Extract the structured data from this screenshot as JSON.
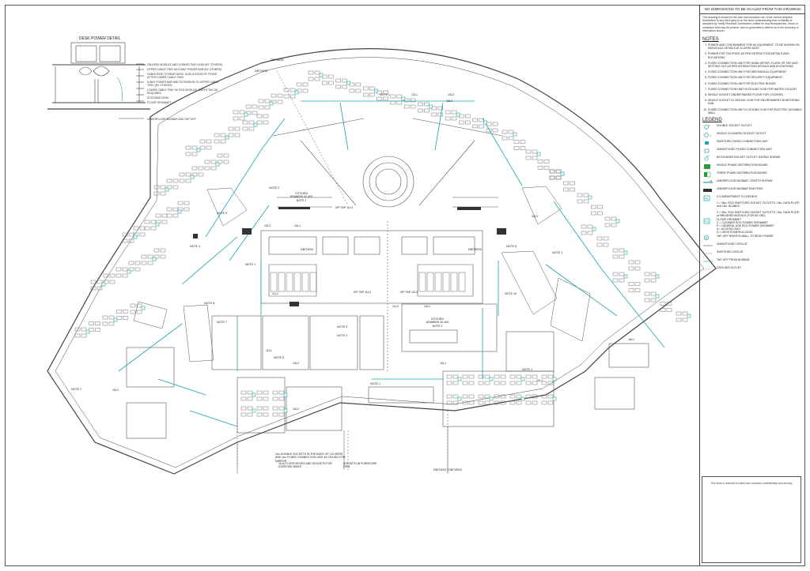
{
  "title_block": {
    "header": "NO DIMENSIONS TO BE SCALED FROM THIS DRAWING",
    "disclaimer": "This drawing is issued for the sole and exclusive use of the named recipient. Distribution to any third party is on the strict understanding that no liability is accepted by Tandy Electrical Contractors Limited for any discrepancies, errors or omissions that may be present, and no guarantee is offered as to the accuracy of information shown.",
    "notes_heading": "NOTES",
    "notes": [
      "POWER AND CONTAINMENT FOR AV EQUIPMENT. TO BE SHOWN ON INDIVIDUAL DETAILS AT A LATER DATE",
      "POWER FOR TEA POINT AS PER INTERACTION DETAILS AND ELEVATIONS",
      "FUSED CONNECTION UNIT FOR HAND DRYER, FLUSH OR TAP UNIT. SETTING OUT AS PER INTERACTION DETAILS AND ELEVATIONS",
      "FUSED CONNECTION UNIT FOR MECHANICAL EQUIPMENT",
      "FUSED CONNECTION UNIT FOR SECURITY EQUIPMENT",
      "FUSED CONNECTION UNIT FOR ELECTRIC BLINDS",
      "FUSED CONNECTION UNIT IN CEILING VOID FOR WATER COOLER",
      "SINGLE SOCKET UNDER RAISED FLOOR FOR LOCKERS",
      "SINGLE SOCKET IN CEILING VOID FOR ENVIRONMENT MONITORING HUB",
      "FUSED CONNECTION UNIT IN CEILING VOID FOR ELECTRIC MOVABLE WALL"
    ],
    "legend_heading": "LEGEND",
    "legend": [
      {
        "icon": "double-socket-icon",
        "text": "DOUBLE SOCKET OUTLET"
      },
      {
        "icon": "cleaner-socket-icon",
        "text": "SINGLE CLEANERS SOCKET OUTLET"
      },
      {
        "icon": "switched-fcu-icon",
        "text": "SWITCHED FUSED CONNECTION UNIT"
      },
      {
        "icon": "unswitched-fcu-icon",
        "text": "UNSWITCHED FUSED CONNECTION UNIT"
      },
      {
        "icon": "bs-socket-icon",
        "text": "BS EN 60309 SOCKET OUTLET. RATING SHOWN"
      },
      {
        "icon": "single-phase-db-icon",
        "text": "SINGLE PHASE DISTRIBUTION BOARD"
      },
      {
        "icon": "three-phase-db-icon",
        "text": "THREE PHASE DISTRIBUTION BOARD"
      },
      {
        "icon": "busbar-length-icon",
        "text": "UNDERFLOOR BUSBAR. LENGTH SHOWN"
      },
      {
        "icon": "busbar-end-feed-icon",
        "text": "UNDERFLOOR BUSBAR END FEED"
      },
      {
        "icon": "floor-box-icon",
        "text": "3 COMPARTMENT FLOOR BOX\n\n1 = 3No. RCD SWITCHED SOCKET OUTLETS, 1No. DATA PLATE and 1No. BLANKS\n\n2 = 2No. RCD SWITCHED SOCKET OUTLETS, 1No. DATA PLATE w/ BRUSHED MODULE (FOR AV USE)"
      },
      {
        "icon": "floor-grommet-icon",
        "text": "FLOOR GROMMET\nC = CLEANER RCD POWER GROMMET\nP = GENERAL USE RCD POWER GROMMET\nA = ACCESS ONLY\nD = DESK POWER ACCESS"
      },
      {
        "icon": "tap-off-riser-icon",
        "text": "TAP-OFF RISER IN WALL TO DESK POWER"
      },
      {
        "icon": "unswitched-circuit-icon",
        "text": "UNSWITCHED CIRCUIT"
      },
      {
        "icon": "switched-circuit-icon",
        "text": "SWITCHED CIRCUIT"
      },
      {
        "icon": "tap-off-busbar-icon",
        "text": "TAP-OFF FROM BUSBAR"
      },
      {
        "icon": "data-outlet-icon",
        "text": "DATA IDIS OUTLET"
      }
    ],
    "lower_box_text": "This block is reserved for client and contractor confidentiality and security"
  },
  "desk_power_detail": {
    "title": "DESK POWER DETAIL",
    "labels": [
      "ON-DESK MODULE AND CONNECTING LEAD (BY OTHERS)",
      "UPPER CABLE TRAY W/ 6-WAY POWER BAR (BY OTHERS)",
      "CABLE RISE TO REAR DESK. DUPLICATION OF FRONT AFTER LOWER CABLE TRAY",
      "6-WAY POWER BAR AND EXTENSION TO UPPER CABLE TRAY (BY OTHERS)",
      "LOWER CABLE TRAY W/ RCD MODULE, EARTH TAG AS REQUIRED",
      "SIT/STAND DESK",
      "FLOOR GROMMET",
      "UNDERFLOOR BUSBAR AND TAP-OFF"
    ]
  },
  "plan": {
    "room_refs": [
      "DB/T/B/03",
      "DB/T/4/03",
      "DB/T/4/03",
      "DB/T/B/03",
      "DB/T/4/03 / DB/T/B/03"
    ],
    "tap_labels": [
      "ZIP TAP 11L3",
      "ZIP TAP 11L3",
      "ZIP TAP 12L3"
    ],
    "drawings": [
      {
        "line1": "KITCHEN",
        "line2": "DRAWING 42-402",
        "line3": "NOTE 2"
      },
      {
        "line1": "KITCHEN",
        "line2": "DRAWING 42-400",
        "line3": "NOTE 2"
      }
    ],
    "notes": [
      "NOTE 1",
      "NOTE 2",
      "NOTE 3",
      "NOTE 4",
      "NOTE 5",
      "NOTE 6",
      "NOTE 7",
      "NOTE 8",
      "NOTE 9",
      "NOTE 10",
      "NOTE 1",
      "NOTE 1",
      "NOTE 1",
      "NOTE 3",
      "NOTE 1",
      "NOTE 1"
    ],
    "busbar_tags": [
      "12L1",
      "12L2",
      "12L3",
      "13L1",
      "13L2",
      "13L3",
      "11L1",
      "11L2",
      "11L3",
      "14L1",
      "14L2",
      "10L1",
      "10L2",
      "15L1",
      "16L1",
      "16L3"
    ],
    "bottom_callouts": [
      "2no DOUBLE SOCKETS IN THE BACK OF LOCKERS AND 1no FUSED CONNECTION UNIT IN CEILING FOR MIRROR",
      "11no FLOOR BOXES AND SOCKETS FOR EXERCISE BIKES",
      "SOCKETS IN FURNITURE ITEM"
    ]
  },
  "colors": {
    "line": "#555555",
    "accent": "#1aa7a7",
    "green": "#2e9a3a"
  }
}
